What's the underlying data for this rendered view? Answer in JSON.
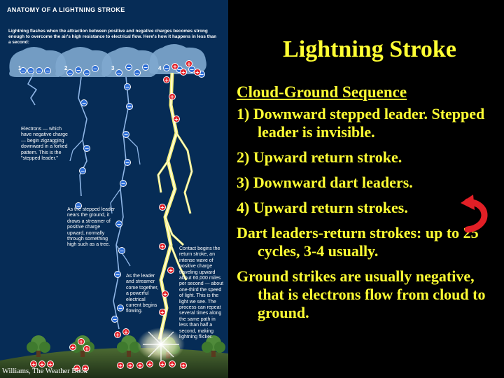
{
  "panel": {
    "heading": "ANATOMY OF A LIGHTNING STROKE",
    "intro": "Lightning flashes when the attraction between positive and negative charges becomes strong enough to overcome the air's high resistance to electrical flow. Here's how it happens in less than a second:",
    "step_labels": [
      "1",
      "2",
      "3",
      "4"
    ],
    "annotations": [
      "Electrons — which have negative charge — begin zigzagging downward in a forked pattern. This is the \"stepped leader.\"",
      "As the stepped leader nears the ground, it draws a streamer of positive charge upward, normally through something high such as a tree.",
      "As the leader and streamer come together, a powerful electrical current begins flowing.",
      "Contact begins the return stroke, an intense wave of positive charge traveling upward about 60,000 miles per second — about one-third the speed of light. This is the light we see. The process can repeat several times along the same path in less than half a second, making lightning flicker."
    ],
    "credit": "Williams, The Weather Book",
    "charge_symbols": {
      "negative": "−",
      "positive": "+"
    }
  },
  "slide": {
    "title": "Lightning Stroke",
    "subtitle": "Cloud-Ground Sequence",
    "items": [
      "1) Downward stepped leader. Stepped leader is invisible.",
      "2) Upward return stroke.",
      "3) Downward dart leaders.",
      "4) Upward return strokes.",
      "Dart leaders-return strokes: up to 25 cycles, 3-4 usually.",
      "Ground strikes are usually negative, that is electrons flow from cloud to ground."
    ]
  },
  "colors": {
    "slide_background": "#000000",
    "panel_background": "#062c56",
    "title_text": "#ffff33",
    "cloud": "#7fa9cf",
    "lightning": "#f6f07a",
    "negative_charge": "#2f6fd6",
    "positive_charge": "#e21f26",
    "arrow": "#e21f26",
    "tree": "#4f8a3a",
    "ground": "#3d5a2a"
  },
  "icons": {
    "cloud": "cloud-icon",
    "tree": "tree-icon",
    "bolt": "lightning-bolt-icon",
    "arrow": "curved-arrow-icon"
  }
}
